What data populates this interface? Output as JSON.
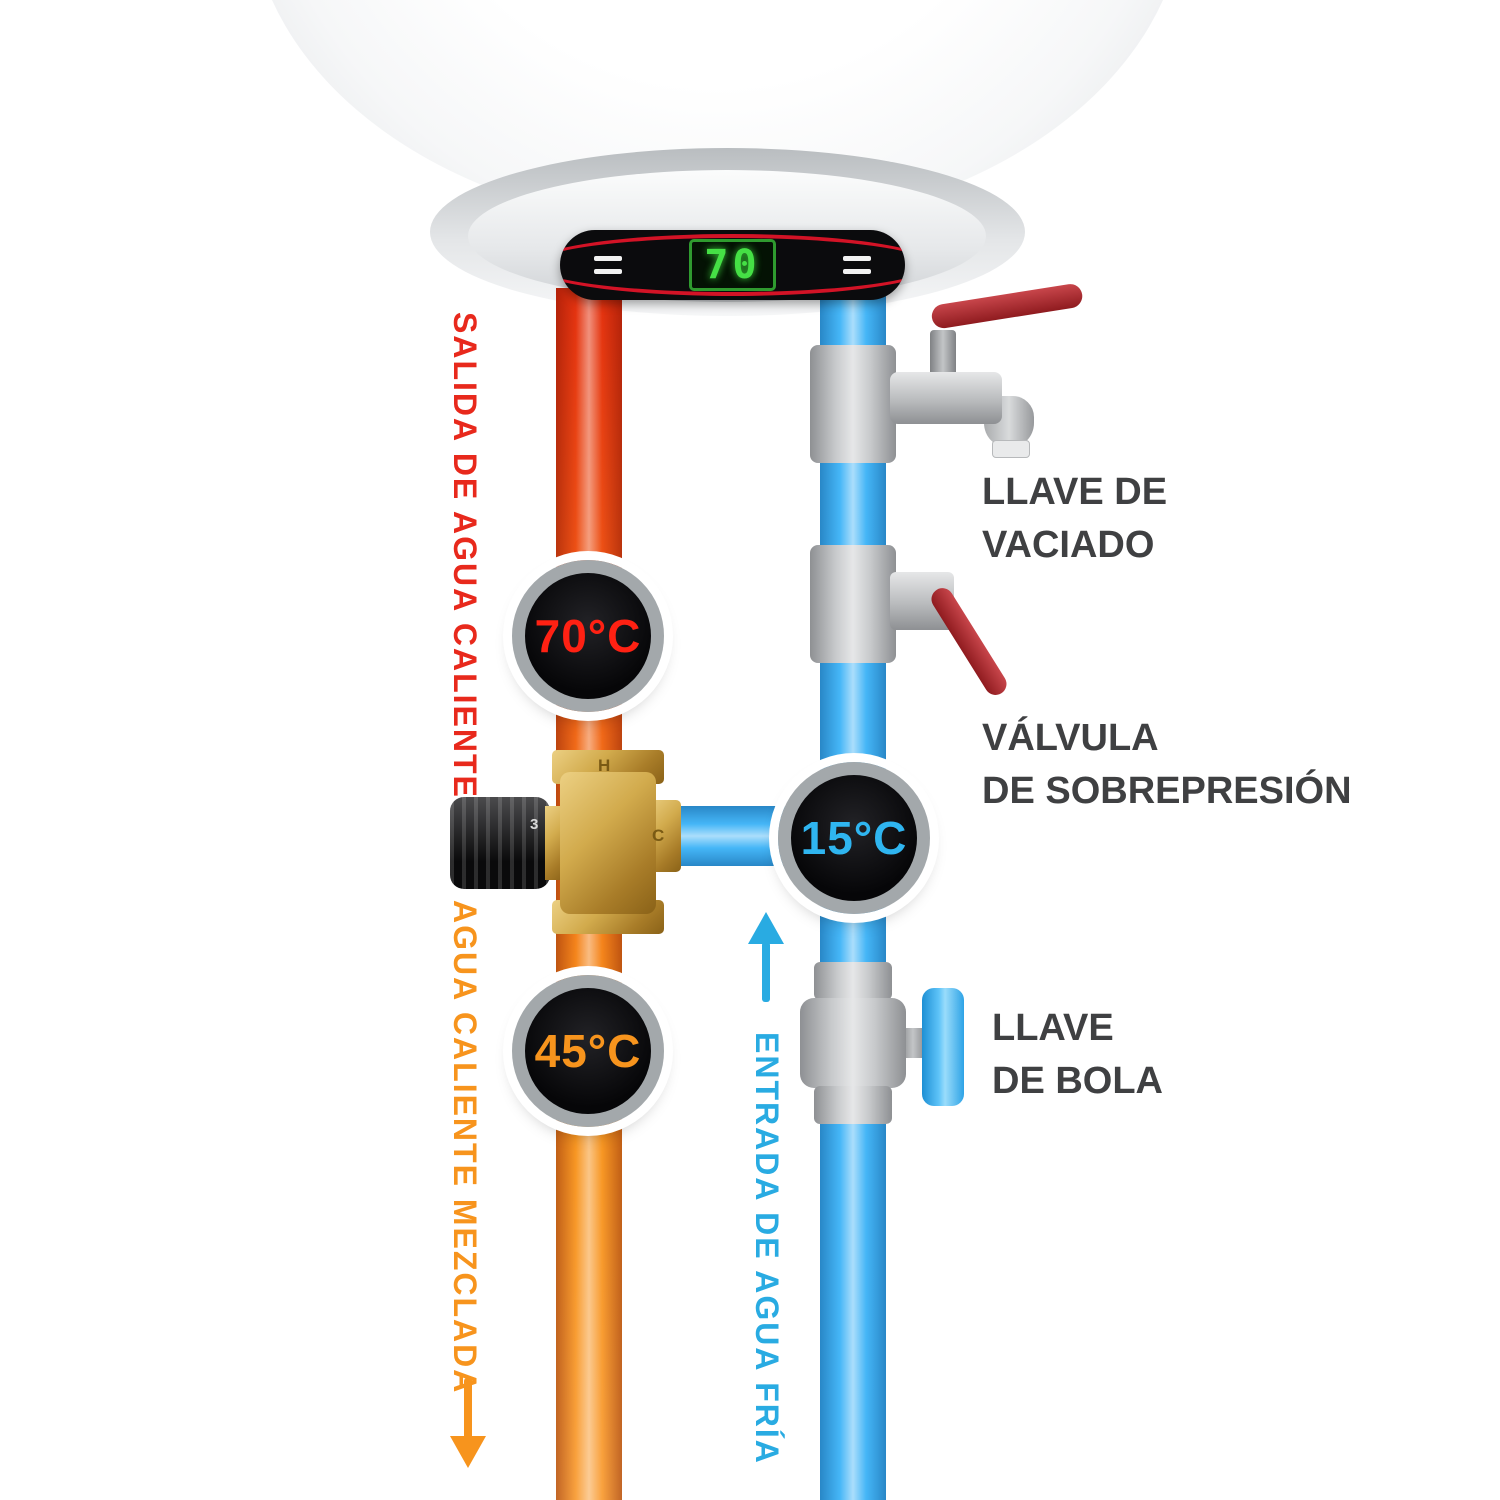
{
  "heater": {
    "display_value": "70"
  },
  "badges": {
    "hot": {
      "label": "70°C",
      "color": "#ff2113"
    },
    "cold": {
      "label": "15°C",
      "color": "#2fb5f0"
    },
    "mixed": {
      "label": "45°C",
      "color": "#f7941d"
    }
  },
  "pipes": {
    "hot_out_label": "SALIDA DE AGUA CALIENTE",
    "mixed_out_label": "AGUA CALIENTE MEZCLADA",
    "cold_in_label": "ENTRADA DE AGUA FRÍA",
    "hot_color": "#e8291c",
    "mixed_color": "#f7941d",
    "cold_color": "#29abe2"
  },
  "components": {
    "drain_valve": {
      "line1": "LLAVE DE",
      "line2": "VACIADO"
    },
    "overpressure_valve": {
      "line1": "VÁLVULA",
      "line2": "DE SOBREPRESIÓN"
    },
    "ball_valve": {
      "line1": "LLAVE",
      "line2": "DE BOLA"
    }
  },
  "mixing_valve": {
    "knob_mark": "3",
    "hot_port_mark": "H",
    "cold_port_mark": "C"
  },
  "colors": {
    "label_dark": "#3f4042",
    "display_green": "#45e045",
    "display_ring_red": "#d31326",
    "fitting_gray": "#c8cacc",
    "lever_red": "#9e1c20",
    "handle_blue": "#2ea3e6",
    "brass": "#d2ab4d"
  }
}
